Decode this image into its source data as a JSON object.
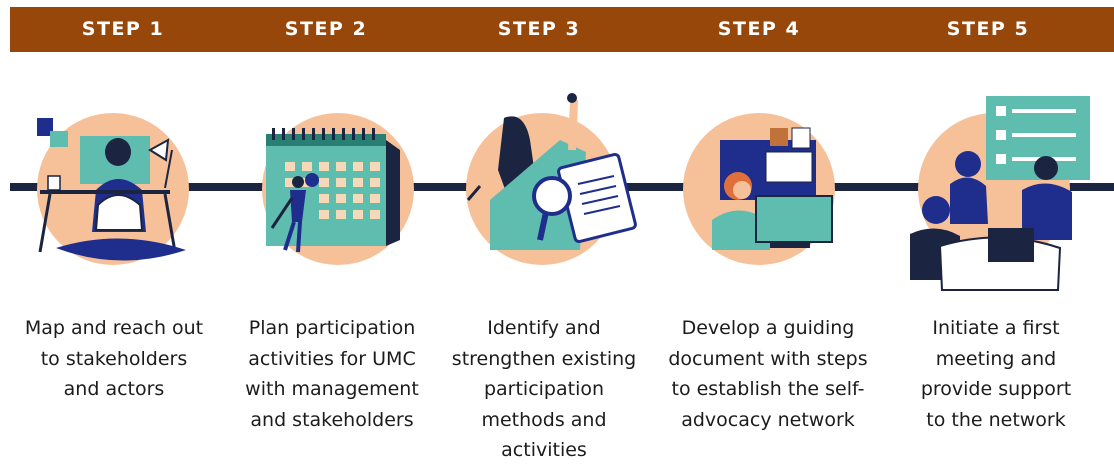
{
  "steps": [
    {
      "label": "STEP 1",
      "text": [
        "Map and reach out",
        "to stakeholders",
        "and actors"
      ]
    },
    {
      "label": "STEP 2",
      "text": [
        "Plan participation",
        "activities for UMC",
        "with management",
        "and stakeholders"
      ]
    },
    {
      "label": "STEP 3",
      "text": [
        "Identify and",
        "strengthen existing",
        "participation",
        "methods and",
        "activities"
      ]
    },
    {
      "label": "STEP 4",
      "text": [
        "Develop a guiding",
        "document with steps",
        "to establish the self-",
        "advocacy network"
      ]
    },
    {
      "label": "STEP 5",
      "text": [
        "Initiate a first",
        "meeting and",
        "provide support",
        "to the network"
      ]
    }
  ],
  "colors": {
    "header": "#964709",
    "timeline": "#1b2441",
    "circle": "#f6c199",
    "teal": "#5fbdb0",
    "navy": "#1f2e8c"
  },
  "icons": [
    "person-at-desk-icon",
    "calendar-icon",
    "magnifier-document-icon",
    "person-on-phone-icon",
    "team-meeting-icon"
  ]
}
